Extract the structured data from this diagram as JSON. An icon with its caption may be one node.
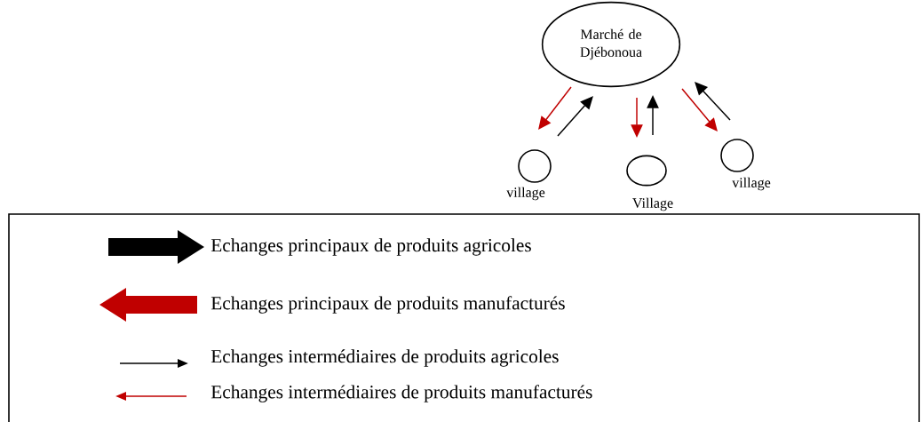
{
  "diagram": {
    "nodes": [
      {
        "text": [
          "Marché de Djébonoua"
        ]
      },
      {
        "text": [],
        "shape": "circle",
        "beside": [
          "village"
        ]
      },
      {
        "text": [],
        "shape": "circle",
        "beside": [
          "Village"
        ]
      },
      {
        "text": [],
        "shape": "circle",
        "beside": [
          "village"
        ]
      }
    ],
    "edges": [
      {
        "from": 0,
        "to": 1,
        "arrow": "to",
        "color": "#c00000"
      },
      {
        "from": 1,
        "to": 0,
        "arrow": "to",
        "color": "#000000"
      },
      {
        "from": 0,
        "to": 2,
        "arrow": "to",
        "color": "#c00000"
      },
      {
        "from": 2,
        "to": 0,
        "arrow": "to",
        "color": "#000000"
      },
      {
        "from": 0,
        "to": 3,
        "arrow": "to",
        "color": "#c00000"
      },
      {
        "from": 3,
        "to": 0,
        "arrow": "to",
        "color": "#000000"
      }
    ],
    "legend": [
      {
        "text": "Echanges principaux de produits agricoles"
      },
      {
        "text": "Echanges principaux de produits manufacturés"
      },
      {
        "text": "Echanges intermédiaires de produits agricoles"
      },
      {
        "text": "Echanges intermédiaires de produits manufacturés"
      }
    ]
  }
}
